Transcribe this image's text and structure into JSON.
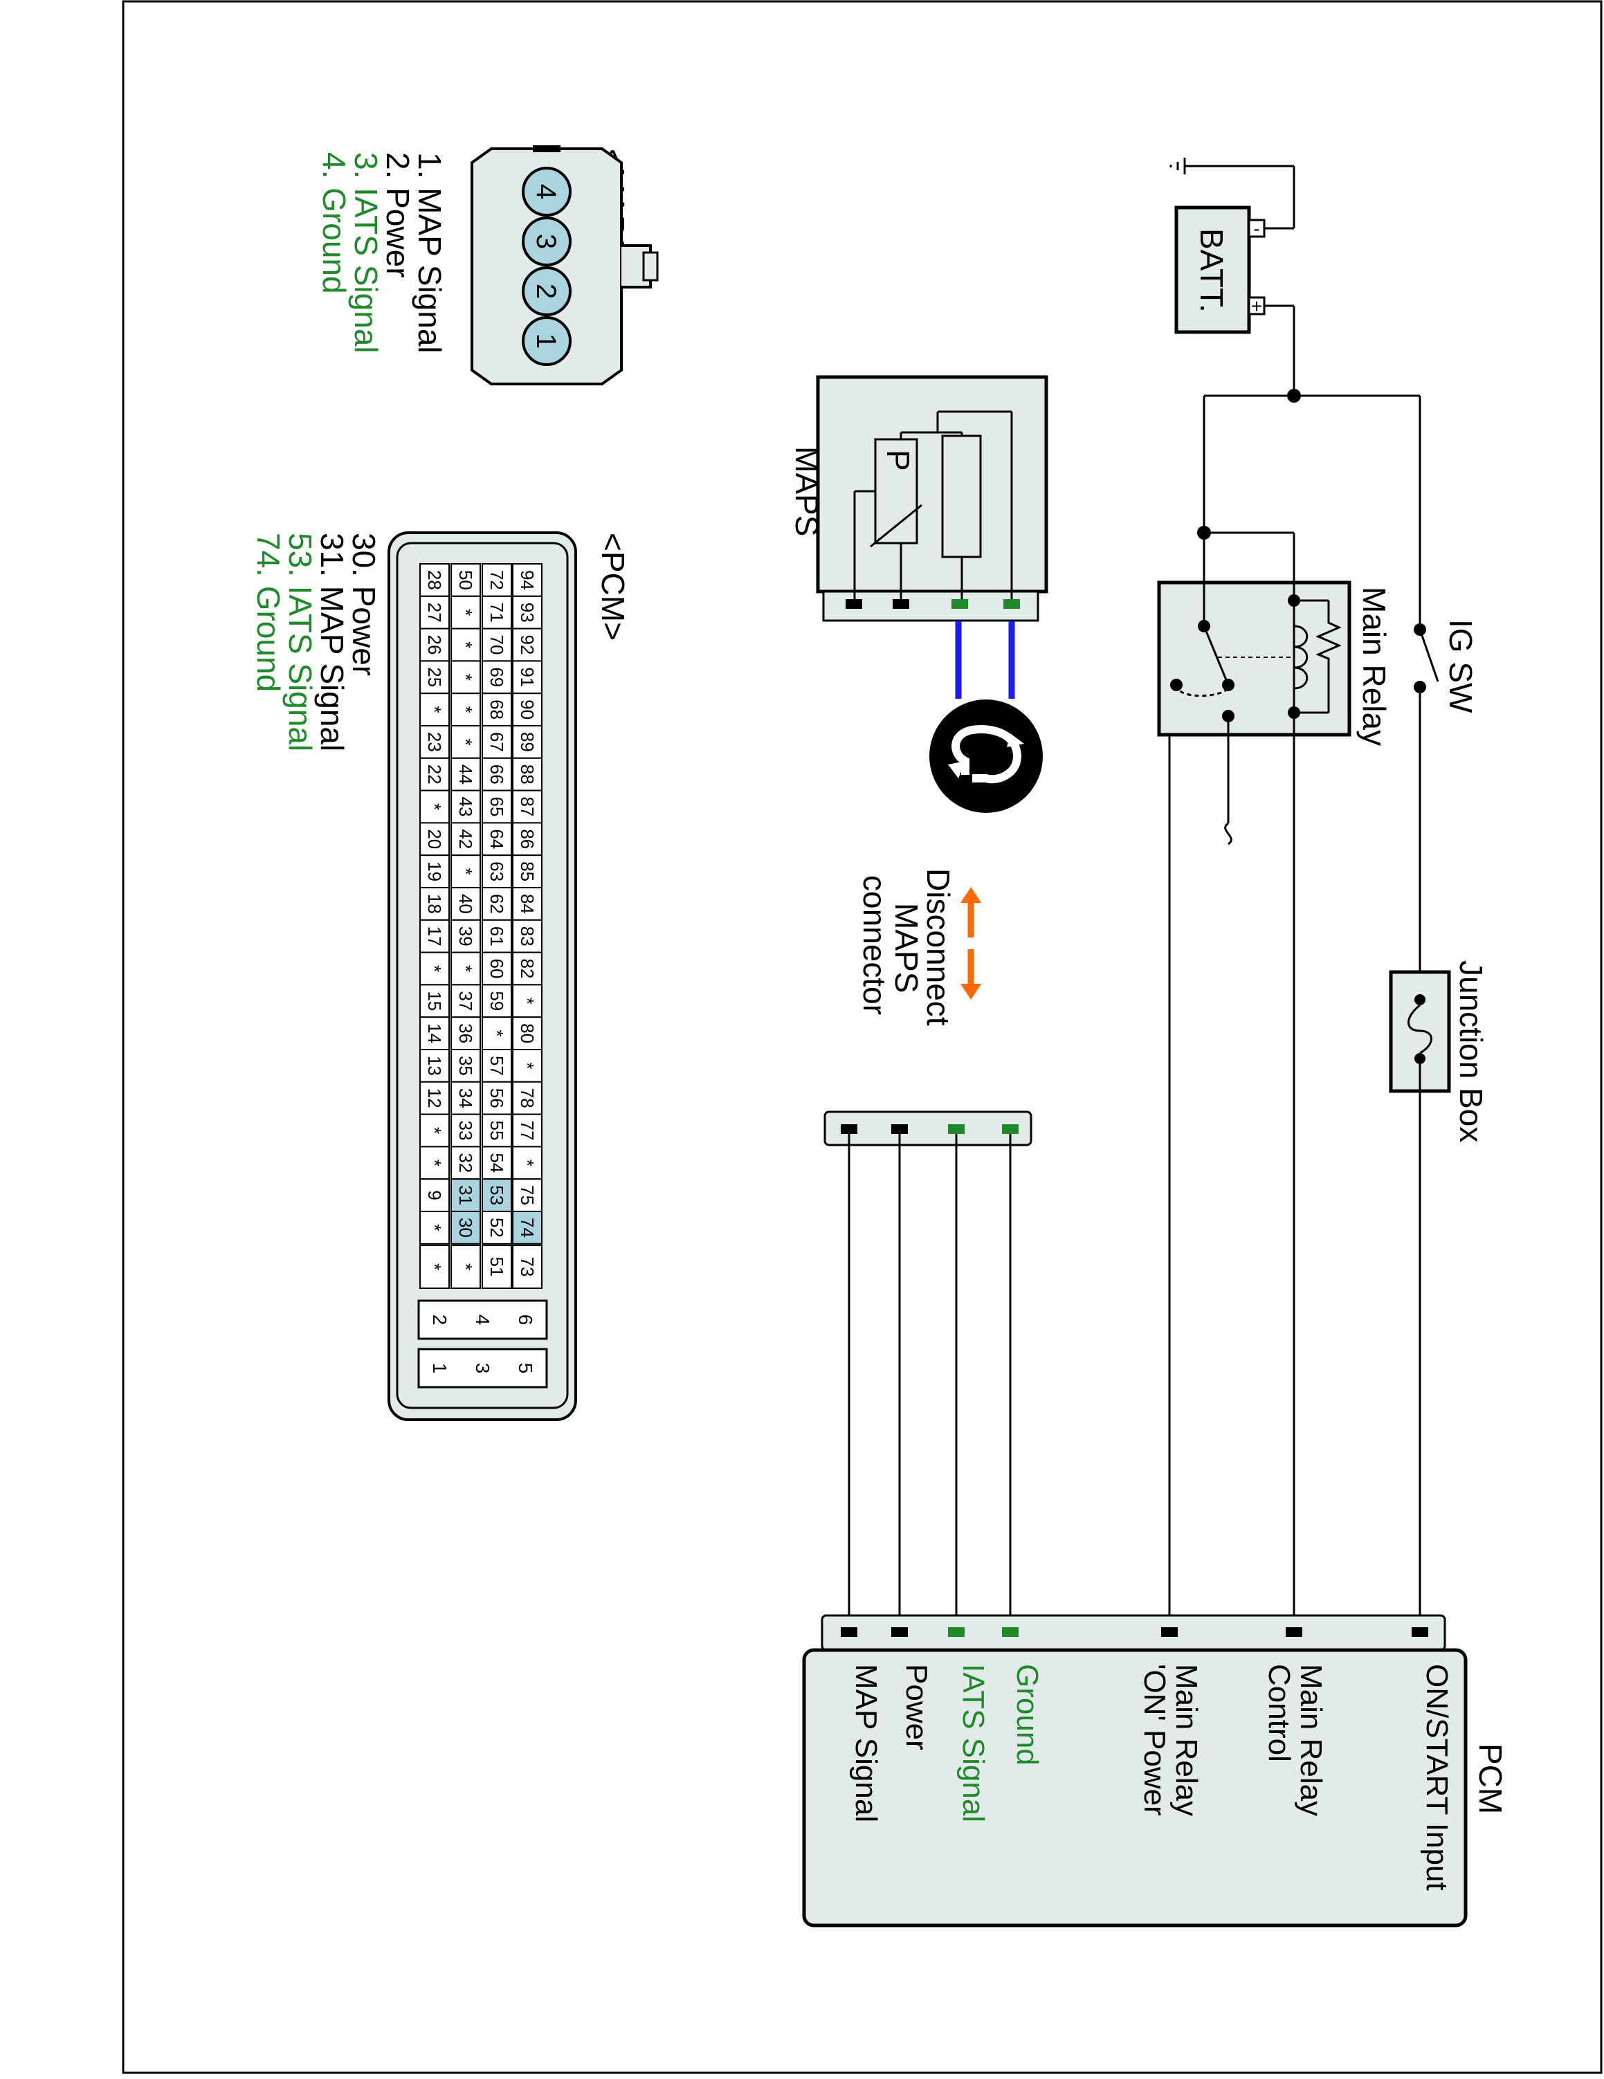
{
  "colors": {
    "signal_green": "#1e8a2a",
    "harness_blue": "#1a1aff",
    "arrow_orange": "#ff6a00",
    "component_fill": "#e3eaea",
    "highlight_pin": "#a9d4e0"
  },
  "maps_legend": {
    "title": "<MAPS>",
    "pins": [
      "1. MAP Signal",
      "2. Power",
      "3. IATS Signal",
      "4. Ground"
    ],
    "connector_pins": [
      "1",
      "2",
      "3",
      "4"
    ]
  },
  "pcm_legend": {
    "title": "<PCM>",
    "pins": [
      "30. Power",
      "31. MAP Signal",
      "53. IATS Signal",
      "74. Ground"
    ],
    "rows": [
      [
        "94",
        "93",
        "92",
        "91",
        "90",
        "89",
        "88",
        "87",
        "86",
        "85",
        "84",
        "83",
        "82",
        "*",
        "80",
        "*",
        "78",
        "77",
        "*",
        "75",
        "74"
      ],
      [
        "72",
        "71",
        "70",
        "69",
        "68",
        "67",
        "66",
        "65",
        "64",
        "63",
        "62",
        "61",
        "60",
        "59",
        "*",
        "57",
        "56",
        "55",
        "54",
        "53",
        "52"
      ],
      [
        "50",
        "*",
        "*",
        "*",
        "*",
        "*",
        "44",
        "43",
        "42",
        "*",
        "40",
        "39",
        "*",
        "37",
        "36",
        "35",
        "34",
        "33",
        "32",
        "31",
        "30"
      ],
      [
        "28",
        "27",
        "26",
        "25",
        "*",
        "23",
        "22",
        "*",
        "20",
        "19",
        "18",
        "17",
        "*",
        "15",
        "14",
        "13",
        "12",
        "*",
        "*",
        "9",
        "*"
      ]
    ],
    "extra": [
      "73",
      "51",
      "*",
      "*"
    ],
    "power_pins": [
      [
        "6",
        "4",
        "2"
      ],
      [
        "5",
        "3",
        "1"
      ]
    ]
  },
  "components": {
    "battery": "BATT.",
    "battery_plus": "+",
    "battery_minus": "-",
    "ig_sw": "IG SW",
    "main_relay": "Main Relay",
    "junction_box": "Junction Box",
    "maps": "MAPS",
    "maps_sensor_symbol": "P",
    "disconnect_note": [
      "Disconnect",
      "MAPS",
      "connector"
    ],
    "pcm": "PCM"
  },
  "pcm_inputs": [
    {
      "label": [
        "ON/START Input"
      ],
      "color": "black"
    },
    {
      "label": [
        "Main Relay",
        "Control"
      ],
      "color": "black"
    },
    {
      "label": [
        "Main Relay",
        "'ON' Power"
      ],
      "color": "black"
    },
    {
      "label": [
        "Ground"
      ],
      "color": "green"
    },
    {
      "label": [
        "IATS Signal"
      ],
      "color": "green"
    },
    {
      "label": [
        "Power"
      ],
      "color": "black"
    },
    {
      "label": [
        "MAP Signal"
      ],
      "color": "black"
    }
  ]
}
